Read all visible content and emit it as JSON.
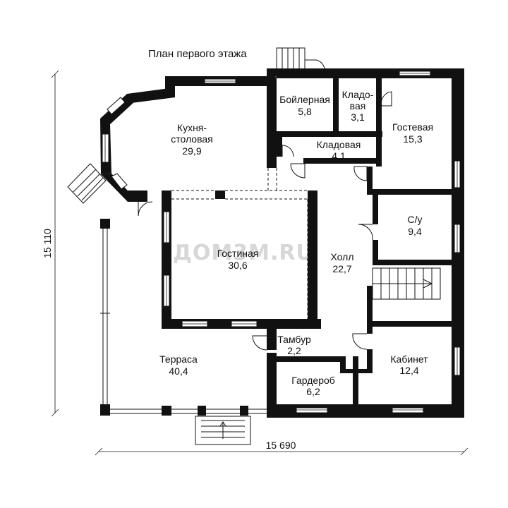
{
  "title": "План первого этажа",
  "watermark": "ДОМ3М.RU",
  "dimensions": {
    "width": "15 690",
    "height": "15 110"
  },
  "rooms": {
    "kitchen": {
      "name": "Кухня-\nстоловая",
      "area": "29,9"
    },
    "boiler": {
      "name": "Бойлерная",
      "area": "5,8"
    },
    "storage1": {
      "name": "Кладо-\nвая",
      "area": "3,1"
    },
    "storage2": {
      "name": "Кладовая",
      "area": "4,1"
    },
    "guest": {
      "name": "Гостевая",
      "area": "15,3"
    },
    "bath": {
      "name": "С/у",
      "area": "9,4"
    },
    "living": {
      "name": "Гостиная",
      "area": "30,6"
    },
    "hall": {
      "name": "Холл",
      "area": "22,7"
    },
    "vestibule": {
      "name": "Тамбур",
      "area": "2,2"
    },
    "wardrobe": {
      "name": "Гардероб",
      "area": "6,2"
    },
    "study": {
      "name": "Кабинет",
      "area": "12,4"
    },
    "terrace": {
      "name": "Терраса",
      "area": "40,4"
    }
  }
}
